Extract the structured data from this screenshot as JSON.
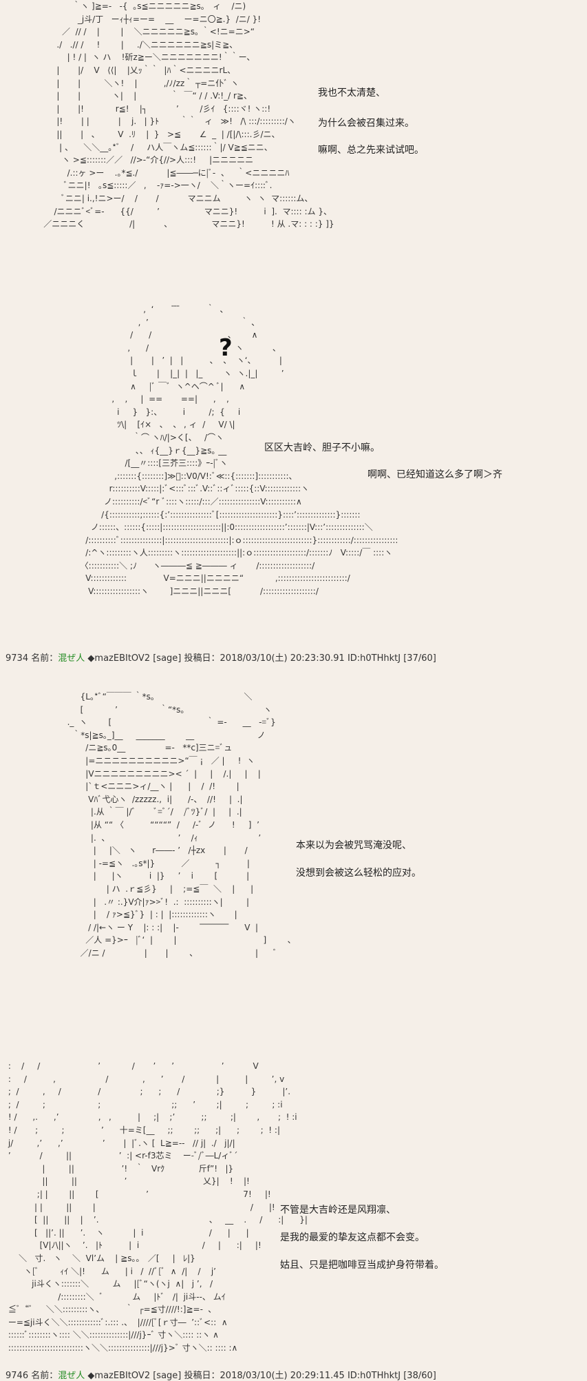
{
  "scene1": {
    "art": "               ｀ヽ ]≧=-   -{  ｡s≦ニニニニニ≧s｡   ィ    /ニ)\n                 _j斗/丁   ーｨ┼ｨ=ー=    __    ー=ニ〇≧.}  /ニ/ }!\n           ／  // /    |        |    ＼ニニニニニ≧s｡ ｀<!ニ=ニ>“\n         ./   .// /     !        |     ./＼ニニニニニニ≧s|ミ≧、\n             | ! / |  ヽ ハ    !斫z≧ー＼ニニニニニニニ!｀｀ー､\n         |       |/    V   ⟨⟨|    |乂ｯ｀｀  |ﾊ｀<ニニニニrL、\n         |       |         ＼ヽ!    |          ,/ﾉ/zz｀ ┬=ニ仆ﾞ ヽ\n         |       |            ヽ|    |             ｀  ￣“ / / .V:!_/ r≧、\n         |       |!            r≦!    |┐           ’        /彡ｲ   {::::ヾ! ヽ::!\n         |!       | |           |    j.   | }ﾄ        ｀｀   ィ   ≫!   /\\ :::/:::::::::/ヽ\n         ||       |   、       V  .ﾘ    |  }   >≦       ∠  _  | /[|/\\:::.彡/ニ、\n          | 、    ＼＼__｡*ﾞ    /     ハ人￣ヽム≦::::::｀|/ V≧≦ニニ、\n           ヽ >≦:::::::／／   //>-“介{//>人:::!     |ニニニニニ\n             /.::ヶ >ー    .｡*≦./           |≦――─に|ﾞ-  、   ｀<ニニニニﾊ\n            ﾞニニ|!   ｡s≦:::::／   ,    -ｧ=->一ヽ/    ＼｀ヽー=ｲ::::ﾞ.\n           ﾞニニ| i.,!ニ>ー/    /       /           マニニム         ヽ  ヽ  マ::::::ム、\n        /ニニニﾞ<ﾞ=-      {{/         ’                 マニニ}!          i  ].  マ:::: :ム }、\n    ／ニニニく                 /|           、               マニニ}!          ! 从 .マ: : : :} ]}",
    "lines": [
      "我也不太清楚、",
      "为什么会被召集过来。",
      "嘛啊、总之先来试试吧。"
    ]
  },
  "scene2": {
    "question_mark": "?",
    "art": "                                          ,  ‘        ̄ ̄ ̄          ｀  、\n                                        ,  ’                                   ｀ 、\n                                     /      /                             、      ∧\n                                    ,      /                                 ヽ           、\n                                     |       |   ’  |   |          、  、  ヽ‘、         |\n                                     ｌ       |    |_|  |   |_        ヽ  ヽ.|_|         ’\n                                     ∧     |ﾞ ￣ﾞ  ヽ^ヘ⌒^ ﾞ|      ∧\n                              ,    ,     |  ==       ==|      ,    ,\n                                i     }   }:、        i         /;  {     i\n                                ﾂ\\|    [ｲ×   、  、 , ィ  /     V/ \\|\n                                      ｀⌒ ヽﾊ/|>く[、   /⌒ヽ\n                                       、、 ｨ{__}ｒ{__}≧s｡ __\n                                   /[__〃::::[三芥三::::》ｰ-|ﾞヽ\n                               ,:::::::{::::::::]≫ﾞ::V0/V!:ﾞ≪::{:::::::]:::::::::::、\n                             r::::::::::V:::::|:ﾞ<:::ﾞ:::ﾞ.V::ﾞ::ィﾞ:::::{::V:::::::::::::ヽ\n                           ノ::::::::::/<ﾞ“r ﾞ::::ヽ:::::/:::／:::::::::::::::V:::::::::::∧\n                          /{:::::::::::;::::::{:’:::::::::::::::ﾞ[:::::::::::::::::::::}::::’::::::::::::::}:::::::\n                      ノ::::::、::::::{:::::|:::::::::::::::::::::||:0::::::::::::::::::’:::::::|V:::’::::::::::::::＼\n                    /::::::::::ﾞ:::::::::::::::|:::::::::::::::::::::::|:ｏ:::::::::::::::::::::::::}::::::::::::/::::::::::::::::\n                    /:^ヽ:::::::::ヽ人:::::::::ヽ::::::::::::::::::::||:ｏ:::::::::::::::::::/:::::::ﾉ   V:::::/￣ ::::ヽ\n                  〈:::::::::::＼ ;ﾉ      ヽ―――≦ ≧――― ィ       /:::::::::::::::::::/\n                    V:::::::::::::              V=ニニニ||ニニニニ“            ,:::::::::::::::::::::::::/\n                     V:::::::::::::::::ヽ        ]ニニニ||ニニニ[           /:::::::::::::::::::/",
    "lines": [
      "区区大吉岭、胆子不小嘛。",
      "啊啊、已经知道这么多了啊＞齐"
    ]
  },
  "post1": {
    "number": "9734",
    "name_label": "名前：",
    "name": "混ぜ人",
    "trip": "◆mazEBItOV2",
    "mail": "[sage]",
    "date_label": "投稿日：",
    "date": "2018/03/10(土) 20:23:30.91",
    "id": "ID:h0THhktJ",
    "count": "[37/60]"
  },
  "scene3": {
    "art": "                  {L｡*ﾞ“￣￣￣ ｀*s｡                                  ＼\n                  [            ’                ｀“*s｡                              ヽ\n             ._  ヽ        [                                    ｀ =-      __   -=ﾞ}\n               ｀*s|≧s｡_]__     _______        __                        ノ\n                    /ニ≧s｡0__               =-   **c]三ニ=ﾞュ\n                    |=ニニニニニニニニニニ>“￣ ¡   ／ |     !  ヽ\n                    |Vニニニニニニニニニ>< ´  |     |    /.|     |    |\n                    |`ｔ<ニニニ>ィ/__ヽ |      |    /  /!        |\n                     Vﾊﾞ弋心ヽ  /zzzzz.,  i|      /-、  //!     |  .|\n                      |.从 ｀￣ |/ﾞ       ﾞ=ﾞ´/    /ﾞﾂ}ﾞ/  |     |  .|\n                      |从 ““ 〈          ““““”  /     /-ﾞ  ノ      !     ]  ’\n                      |.  、                          ’    /ｨ                       ’\n                       |     |＼   ヽ      r――‐ ’   /┼zx       |       /\n                       | -=≦ヽ   .｡s*|}          ／          ┐          |\n                       |      |ヽ          i  |}     ’    i        [           |\n                            | ハ  .ｒ≦彡}     |    ;=≦￣  ＼    |      |\n                       |   .〃 :.}V介|ｧ>>ﾞ!  .:  ::::::::::ヽ|         |\n                       |    / ｧ>≦}ﾞ}  | : |  |:::::::::::::ヽ       |\n                     / /|←ヽ ー Y    |: : :|    |-        ‾‾‾‾‾‾‾      V  |\n                    ／人 =}>ｰ   |ﾞ‘  |        |                                 ]        、\n                  ／/ニ /               |       |        、                      |      ﾞ",
    "lines": [
      "本来以为会被咒骂淹没呢、",
      "没想到会被这么轻松的应对。"
    ]
  },
  "scene4": {
    "art": " :    /     /                      ’            /       ’      ’                  ’           V\n :     /          ,                   /             ,      ’       /            |          |         ’, v\n ;  /         ,     /              /               ;      ;      /              ;}          }          |’.\n ;  /         ;                    ;                           ;;      ’        ;|         ;         ; :i\n ! /      ,.      ,’               ,   ,          |     ;|    ;’          ;;         ;|        ,       ;  ! :i\n ! /       ;         ;              ’      十=ミ[__     ;;        ;;      ;|      ;        ;  ! :|\n j/         ,’      ,’               ’       |  |ﾞ.ヽ [  L≧=--   // j|  ./   j|/|\n ’           /         ||                  ’  :| <r-f3芯ミ    ー-ﾞ/ﾞ―L/ィﾞ´\n              |         ||                  ’!   ｀   Vrｸ             斤f”!   |}\n              ||         ||                  ’                             乂}|    !    |!\n            ;| |        ||        [                  ’                                    7!     |!\n           | |         ||        |                                                           /      |!\n           [  ||      ||    |    ’.                                          、   __    .     /      :|      }|\n           [   ||’. ||      ’.    ヽ           |  i                         /      |      |\n             [V|ﾉ\\||ヽ    ’.   |ﾄ          |  i                        /     |      :|     |!\n     ＼   寸.   ヽ    ＼  Vl’ム    | ≧s｡｡   ／[     |   ﾚ|}\n       ヽ[ﾞ        ｨｲ ＼|!      ム      | i   /  //ﾞ[ﾞ  ∧  /|    /    j’\n          ji斗くヽ:::::::＼         ム     |[ﾞ“ヽ(ヽj  ∧|   j ’,   /\n                    /:::::::::＼  ﾞ           ム     |ﾄﾞ   /|  ji斗--、 ムｲ\n ≦ﾞ“ﾞ     ＼＼:::::::::ヽ、        ｀  ┌=≦寸////!:]≧=-  ､\n ー=≦ji斗く＼＼::::::::::::ﾞ:.::: .、  |////[ﾞ[ｒ寸―  ’::ﾞ<::  ∧\n ::::::ﾞ::::::::ヽ:::: ＼＼::::::::::::::|///j}ｰﾞ 寸ヽ＼:::: ::ヽ ∧\n :::::::::::::::::::::::::::ヽ＼＼:::::::::::::::|///j}>ﾞ 寸ヽ＼:: :::: :∧",
    "lines": [
      "不管是大吉岭还是风翔凛、",
      "是我的最爱的挚友这点都不会变。",
      "姑且、只是把咖啡豆当成护身符带着。"
    ]
  },
  "post2": {
    "number": "9746",
    "name_label": "名前：",
    "name": "混ぜ人",
    "trip": "◆mazEBItOV2",
    "mail": "[sage]",
    "date_label": "投稿日：",
    "date": "2018/03/10(土) 20:29:11.45",
    "id": "ID:h0THhktJ",
    "count": "[38/60]"
  },
  "colors": {
    "background": "#f5efe8",
    "name": "#228b22",
    "text": "#222222"
  }
}
